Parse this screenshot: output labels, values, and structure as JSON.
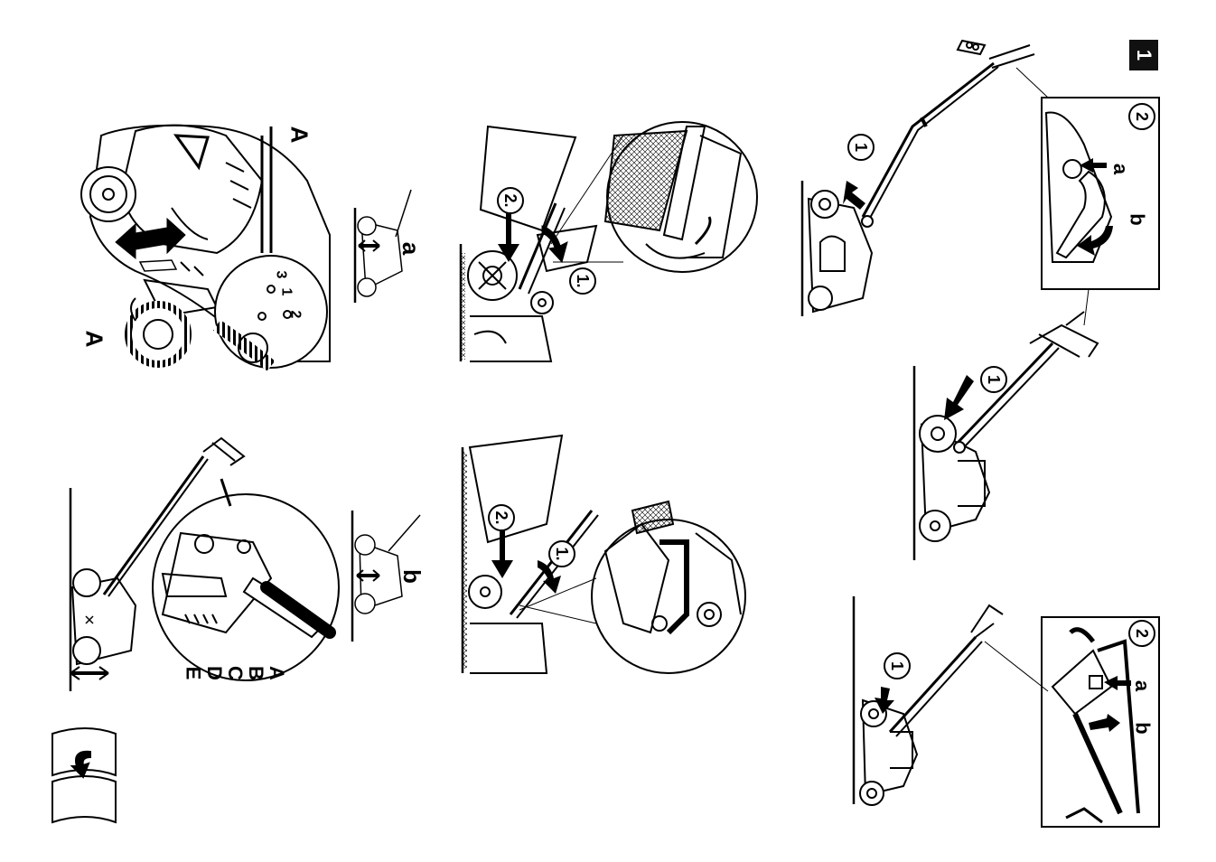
{
  "page_number": "1",
  "labels": {
    "A_top": "A",
    "A_wheel": "A",
    "num_1": "1",
    "num_2": "2",
    "num_3": "3",
    "sub_a_left": "a",
    "sub_b_left": "b",
    "lever_A": "A",
    "lever_B": "B",
    "lever_C": "C",
    "lever_D": "D",
    "lever_E": "E",
    "step2_top": "2.",
    "step1_top": "1.",
    "step2_bot": "2.",
    "step1_bot": "1.",
    "r_top_1": "1",
    "r_top_2": "2",
    "r_top_a": "a",
    "r_top_b": "b",
    "r_mid_1": "1",
    "r_bot_1": "1",
    "r_bot_2": "2",
    "r_bot_a": "a",
    "r_bot_b": "b"
  },
  "colors": {
    "ink": "#000000",
    "paper": "#ffffff"
  }
}
